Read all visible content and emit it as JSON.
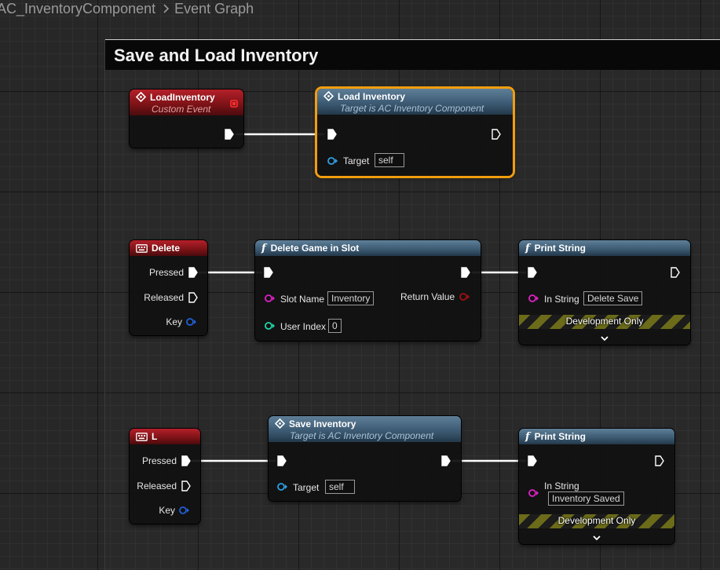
{
  "breadcrumb": {
    "component": "AC_InventoryComponent",
    "graph": "Event Graph"
  },
  "comment": {
    "title": "Save and Load Inventory"
  },
  "nodes": {
    "load_event": {
      "title": "LoadInventory",
      "subtitle": "Custom Event"
    },
    "load_call": {
      "title": "Load Inventory",
      "subtitle": "Target is AC Inventory Component",
      "target_label": "Target",
      "target_value": "self"
    },
    "delete_key": {
      "title": "Delete",
      "pressed": "Pressed",
      "released": "Released",
      "key": "Key"
    },
    "delete_slot": {
      "title": "Delete Game in Slot",
      "slot_label": "Slot Name",
      "slot_value": "Inventory",
      "user_label": "User Index",
      "user_value": "0",
      "return_label": "Return Value"
    },
    "print1": {
      "title": "Print String",
      "in_label": "In String",
      "in_value": "Delete Save",
      "dev": "Development Only"
    },
    "l_key": {
      "title": "L",
      "pressed": "Pressed",
      "released": "Released",
      "key": "Key"
    },
    "save_call": {
      "title": "Save Inventory",
      "subtitle": "Target is AC Inventory Component",
      "target_label": "Target",
      "target_value": "self"
    },
    "print2": {
      "title": "Print String",
      "in_label": "In String",
      "in_value": "Inventory Saved",
      "dev": "Development Only"
    }
  },
  "icons": {
    "event": "event-diamond-icon",
    "keyboard": "keyboard-icon",
    "function": "function-f-icon"
  },
  "colors": {
    "exec": "#ffffff",
    "string_pin": "#e020c8",
    "int_pin": "#20d8a8",
    "object_pin": "#2ea0e6",
    "struct_pin": "#2060d8",
    "bool_pin": "#a01010",
    "event_header": "#b5202a",
    "function_header": "#3a5870",
    "selected": "#f29d0d"
  }
}
